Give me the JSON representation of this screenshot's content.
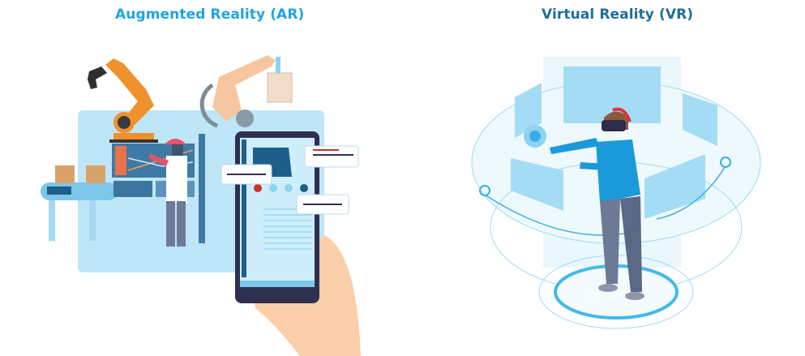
{
  "titles": {
    "ar": "Augmented Reality (AR)",
    "vr": "Virtual Reality (VR)"
  },
  "colors": {
    "ar_title": "#1ea4e0",
    "vr_title": "#1f6f98",
    "factory_bg": "#bfe6f7",
    "robot_orange": "#f0912e",
    "robot_peach": "#f5c6a0",
    "phone_frame": "#2f2f50",
    "phone_screen": "#cdeefa",
    "accent_red": "#c8332f",
    "vr_shirt": "#1a9ad8",
    "vr_pants": "#6c7a96",
    "hologram": "#8fd3f3"
  },
  "illustrations": {
    "ar": "Factory scene with robotic arms, conveyor belt with boxes, worker at control monitor, and hand holding smartphone showing AR info bubbles",
    "vr": "Person wearing VR headset surrounded by holographic rings and floating panels, touching a virtual button"
  }
}
